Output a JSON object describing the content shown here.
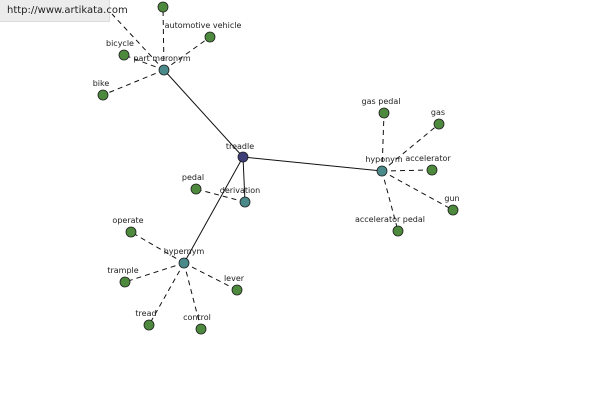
{
  "banner": {
    "url": "http://www.artikata.com"
  },
  "colors": {
    "root": "#3d3d7a",
    "relation": "#4a8a8a",
    "word": "#4e8a3e",
    "edge": "#111111"
  },
  "graph": {
    "root": "treadle",
    "relations": [
      {
        "id": "part-meronym",
        "label": "part meronym",
        "words": [
          "bicycle",
          "automotive vehicle",
          "bike"
        ]
      },
      {
        "id": "hyponym",
        "label": "hyponym",
        "words": [
          "gas pedal",
          "gas",
          "accelerator",
          "gun",
          "accelerator pedal"
        ]
      },
      {
        "id": "derivation",
        "label": "derivation",
        "words": [
          "pedal"
        ]
      },
      {
        "id": "hypernym",
        "label": "hypernym",
        "words": [
          "operate",
          "trample",
          "lever",
          "tread",
          "control"
        ]
      }
    ]
  }
}
